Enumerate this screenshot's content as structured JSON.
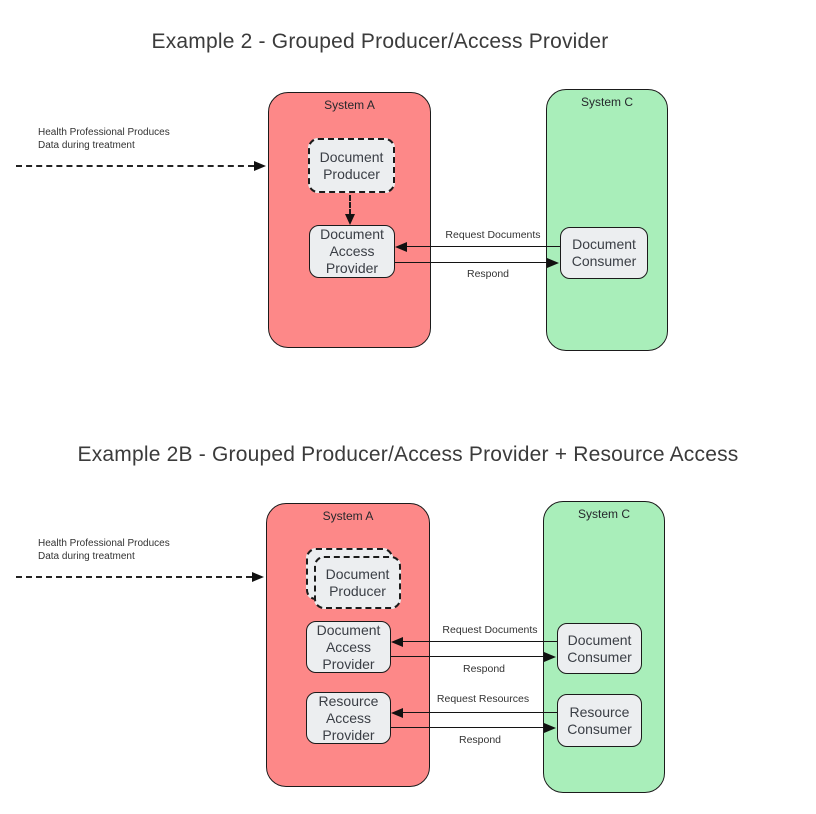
{
  "colors": {
    "system_a_fill": "#fd8888",
    "system_c_fill": "#a9eeba",
    "node_fill": "#eceef0",
    "stroke": "#1b1b1b",
    "text_dark": "#3b3b3b",
    "node_text": "#3a3e45"
  },
  "d1": {
    "title": "Example 2 - Grouped Producer/Access Provider",
    "annotation": {
      "line1": "Health Professional Produces",
      "line2": "Data during treatment"
    },
    "system_a": {
      "label": "System A"
    },
    "system_c": {
      "label": "System C"
    },
    "nodes": {
      "producer": "Document Producer",
      "access_provider": "Document Access Provider",
      "consumer": "Document Consumer"
    },
    "edges": {
      "request_documents": "Request Documents",
      "respond": "Respond"
    }
  },
  "d2": {
    "title": "Example 2B - Grouped Producer/Access Provider + Resource Access",
    "annotation": {
      "line1": "Health Professional Produces",
      "line2": "Data during treatment"
    },
    "system_a": {
      "label": "System A"
    },
    "system_c": {
      "label": "System C"
    },
    "nodes": {
      "producer": "Document Producer",
      "doc_access_provider": "Document Access Provider",
      "res_access_provider": "Resource Access Provider",
      "doc_consumer": "Document Consumer",
      "res_consumer": "Resource Consumer"
    },
    "edges": {
      "request_documents": "Request Documents",
      "respond_documents": "Respond",
      "request_resources": "Request Resources",
      "respond_resources": "Respond"
    }
  }
}
